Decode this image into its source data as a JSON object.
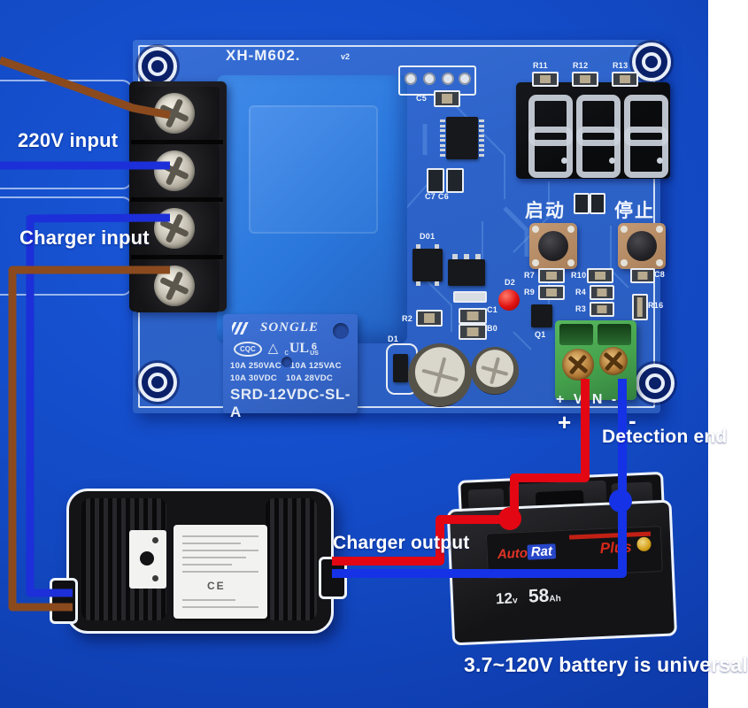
{
  "labels": {
    "input220": "220V input",
    "charger_input": "Charger input",
    "detection_end": "Detection end",
    "charger_output": "Charger output",
    "battery_note": "3.7~120V battery is universal",
    "vin_plus": "+",
    "vin_minus": "-"
  },
  "board": {
    "title": "XH-M602.",
    "version": "v2",
    "vin": "+ VIN -",
    "display": {
      "value": "888"
    },
    "buttons": {
      "start": "启动",
      "stop": "停止"
    },
    "refs": {
      "r11": "R11",
      "r12": "R12",
      "r13": "R13",
      "c5": "C5",
      "c7c6": "C7 C6",
      "d01": "D01",
      "r2": "R2",
      "c1": "C1",
      "b0": "B0",
      "d2": "D2",
      "r7": "R7",
      "r9": "R9",
      "r10": "R10",
      "r4": "R4",
      "r3": "R3",
      "r16": "R16",
      "c8": "C8",
      "q1": "Q1",
      "d1": "D1"
    }
  },
  "relay": {
    "brand": "SONGLE",
    "marks": {
      "cqc": "CQC",
      "triangle": "△",
      "ul_c": "c",
      "ul": "UL",
      "ul_num": "6",
      "ul_us": "US"
    },
    "ratings1a": "10A 250VAC",
    "ratings1b": "10A 125VAC",
    "ratings2a": "10A 30VDC",
    "ratings2b": "10A 28VDC",
    "model": "SRD-12VDC-SL-A"
  },
  "battery": {
    "brand_a": "Auto",
    "brand_b": "Rat",
    "brand2": "Plus",
    "volt": "12",
    "volt_unit": "v",
    "cap": "58",
    "cap_unit": "Ah"
  },
  "adapter": {
    "ce": "CE"
  },
  "colors": {
    "background": "#1248c1",
    "pcb": "#2d63c9",
    "transformer": "#2b78dd",
    "relay": "#3566c9",
    "terminal_green": "#45a24c",
    "wire_red": "#e30613",
    "wire_blue": "#1532e6",
    "wire_brown": "#8a4a1e",
    "led_red": "#e01111"
  }
}
